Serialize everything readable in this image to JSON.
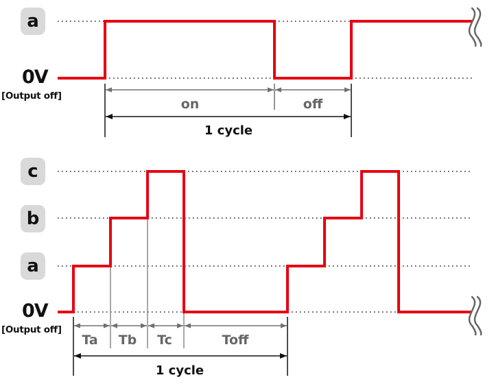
{
  "colors": {
    "signal": "#e60012",
    "dimension_gray": "#707070",
    "dimension_black": "#111111",
    "badge_bg": "#d9d9d9"
  },
  "top_diagram": {
    "levels": {
      "a": "a",
      "zero": "0V",
      "zero_note": "[Output off]"
    },
    "segments": {
      "on": "on",
      "off": "off"
    },
    "cycle_label": "1 cycle",
    "waveform": "square wave between 0V and level a; on period then off period, repeating"
  },
  "bottom_diagram": {
    "levels": {
      "c": "c",
      "b": "b",
      "a": "a",
      "zero": "0V",
      "zero_note": "[Output off]"
    },
    "segments": {
      "ta": "Ta",
      "tb": "Tb",
      "tc": "Tc",
      "toff": "Toff"
    },
    "cycle_label": "1 cycle",
    "waveform": "staircase a -> b -> c then drop to 0V for Toff, repeating"
  }
}
